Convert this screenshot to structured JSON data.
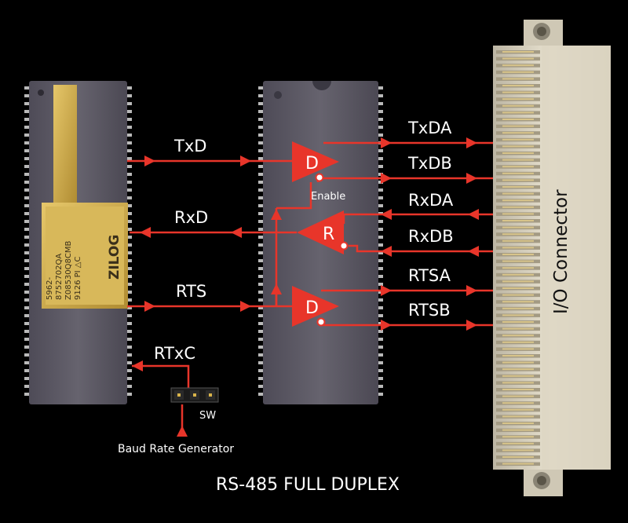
{
  "title": "RS-485 FULL DUPLEX",
  "chip_left": {
    "logo": "ZILOG",
    "markings": [
      "5962-",
      "8752702QA",
      "Z08530Q8CMB",
      "9126 PI △C"
    ]
  },
  "signals_left": {
    "txd": "TxD",
    "rxd": "RxD",
    "rts": "RTS",
    "rtxc": "RTxC"
  },
  "transceiver": {
    "driver_tx": "D",
    "receiver": "R",
    "driver_rts": "D",
    "enable": "Enable"
  },
  "signals_right": {
    "txda": "TxDA",
    "txdb": "TxDB",
    "rxda": "RxDA",
    "rxdb": "RxDB",
    "rtsa": "RTSA",
    "rtsb": "RTSB"
  },
  "connector_label": "I/O Connector",
  "jumper_label": "SW",
  "baud_label": "Baud Rate Generator",
  "colors": {
    "signal": "#e8352a",
    "background": "#000000",
    "chip": "#5d5a66",
    "gold": "#c9a646",
    "connector": "#dcd5c2"
  }
}
